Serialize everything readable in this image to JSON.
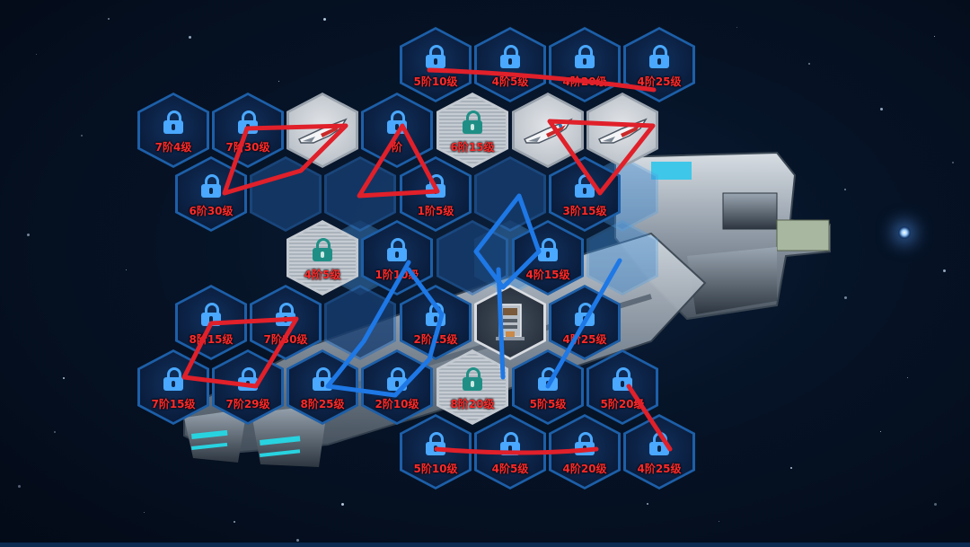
{
  "background": {
    "space_color": "#061326",
    "accent_blue": "#1d5fa8",
    "lock_color": "#4aa8ff",
    "label_color": "#ff2a2a"
  },
  "ship": {
    "icon": "battleship-hull"
  },
  "slots": [
    {
      "id": "r0c0",
      "state": "locked",
      "label": "5阶10级",
      "icon": "lock-icon"
    },
    {
      "id": "r0c1",
      "state": "locked",
      "label": "4阶5级",
      "icon": "lock-icon"
    },
    {
      "id": "r0c2",
      "state": "locked",
      "label": "4阶20级",
      "icon": "lock-icon"
    },
    {
      "id": "r0c3",
      "state": "locked",
      "label": "4阶25级",
      "icon": "lock-icon"
    },
    {
      "id": "r1c0",
      "state": "locked",
      "label": "7阶4级",
      "icon": "lock-icon"
    },
    {
      "id": "r1c1",
      "state": "locked",
      "label": "7阶30级",
      "icon": "lock-icon"
    },
    {
      "id": "r1c2",
      "state": "ship",
      "label": "",
      "icon": "fighter-ship-icon"
    },
    {
      "id": "r1c3",
      "state": "locked",
      "label": "阶",
      "icon": "lock-icon"
    },
    {
      "id": "r1c4",
      "state": "slot",
      "label": "6阶15级",
      "icon": "lock-icon"
    },
    {
      "id": "r1c5",
      "state": "ship",
      "label": "",
      "icon": "fighter-ship-icon"
    },
    {
      "id": "r1c6",
      "state": "ship",
      "label": "",
      "icon": "fighter-ship-icon"
    },
    {
      "id": "r2c0",
      "state": "locked",
      "label": "6阶30级",
      "icon": "lock-icon"
    },
    {
      "id": "r2c1",
      "state": "empty",
      "label": ""
    },
    {
      "id": "r2c2",
      "state": "empty",
      "label": ""
    },
    {
      "id": "r2c3",
      "state": "locked",
      "label": "1阶5级",
      "icon": "lock-icon"
    },
    {
      "id": "r2c4",
      "state": "empty",
      "label": ""
    },
    {
      "id": "r2c5",
      "state": "locked",
      "label": "3阶15级",
      "icon": "lock-icon"
    },
    {
      "id": "r3c1",
      "state": "slot",
      "label": "4阶5级",
      "icon": "lock-icon"
    },
    {
      "id": "r3c2",
      "state": "locked",
      "label": "1阶10级",
      "icon": "lock-icon"
    },
    {
      "id": "r3c3",
      "state": "empty",
      "label": ""
    },
    {
      "id": "r3c4",
      "state": "locked",
      "label": "4阶15级",
      "icon": "lock-icon"
    },
    {
      "id": "r4c0",
      "state": "locked",
      "label": "8阶15级",
      "icon": "lock-icon"
    },
    {
      "id": "r4c1",
      "state": "locked",
      "label": "7阶30级",
      "icon": "lock-icon"
    },
    {
      "id": "r4c2",
      "state": "empty",
      "label": ""
    },
    {
      "id": "r4c3",
      "state": "locked",
      "label": "2阶15级",
      "icon": "lock-icon"
    },
    {
      "id": "r4c4",
      "state": "selected",
      "label": "",
      "icon": "engine-module-icon"
    },
    {
      "id": "r4c5",
      "state": "locked",
      "label": "4阶25级",
      "icon": "lock-icon"
    },
    {
      "id": "r5c0",
      "state": "locked",
      "label": "7阶15级",
      "icon": "lock-icon"
    },
    {
      "id": "r5c1",
      "state": "locked",
      "label": "7阶29级",
      "icon": "lock-icon"
    },
    {
      "id": "r5c2",
      "state": "locked",
      "label": "8阶25级",
      "icon": "lock-icon"
    },
    {
      "id": "r5c3",
      "state": "locked",
      "label": "2阶10级",
      "icon": "lock-icon"
    },
    {
      "id": "r5c4",
      "state": "slot",
      "label": "8阶20级",
      "icon": "lock-icon"
    },
    {
      "id": "r5c5",
      "state": "locked",
      "label": "5阶5级",
      "icon": "lock-icon"
    },
    {
      "id": "r5c6",
      "state": "locked",
      "label": "5阶20级",
      "icon": "lock-icon"
    },
    {
      "id": "r6c0",
      "state": "locked",
      "label": "5阶10级",
      "icon": "lock-icon"
    },
    {
      "id": "r6c1",
      "state": "locked",
      "label": "4阶5级",
      "icon": "lock-icon"
    },
    {
      "id": "r6c2",
      "state": "locked",
      "label": "4阶20级",
      "icon": "lock-icon"
    },
    {
      "id": "r6c3",
      "state": "locked",
      "label": "4阶25级",
      "icon": "lock-icon"
    }
  ],
  "annotations": {
    "red_color": "#e0202a",
    "blue_color": "#1e78e6"
  }
}
